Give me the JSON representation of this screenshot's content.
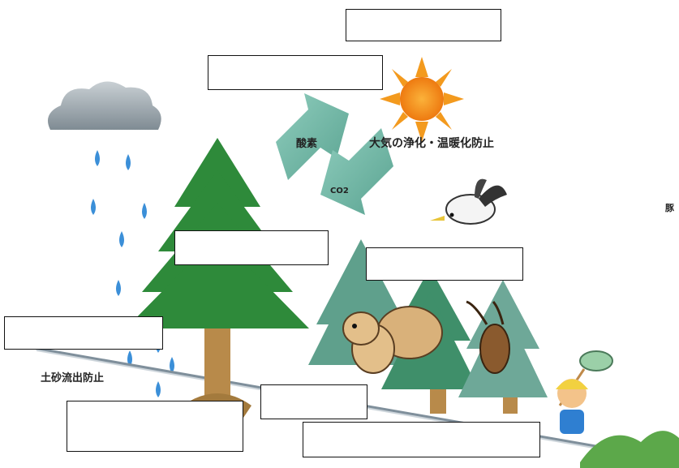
{
  "labels": {
    "oxygen": "酸素",
    "co2": "CO2",
    "air": "大気の浄化・温暖化防止",
    "soil": "土砂流出防止",
    "cut": "豚"
  },
  "colors": {
    "sun": "#f39a1e",
    "sun_core": "#f07f10",
    "cloud": "#9aa5ad",
    "rain": "#3b8fd8",
    "tree_green": "#2e8a3a",
    "tree_teal": "#4f9a86",
    "arrow": "#6fb8a8",
    "trunk": "#b88a4a"
  }
}
